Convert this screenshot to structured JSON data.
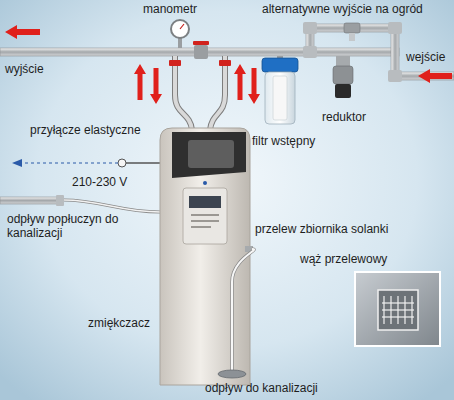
{
  "diagram": {
    "labels": [
      "manometr",
      "alternatywne wyjście na ogród",
      "wyjście",
      "wejście",
      "przyłącze elastyczne",
      "reduktor",
      "filtr wstępny",
      "210-230 V",
      "odpływ popłuczyn do kanalizacji",
      "przelew zbiornika solanki",
      "wąż przelewowy",
      "zmiękczacz",
      "odpływ do kanalizacji"
    ]
  }
}
